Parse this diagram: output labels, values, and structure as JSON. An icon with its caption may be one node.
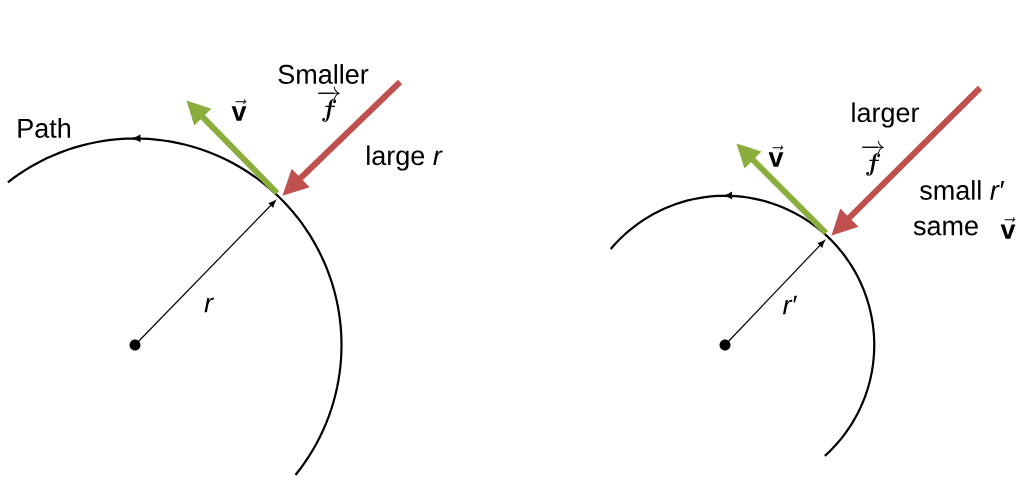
{
  "diagram": {
    "labels": [
      "Smaller",
      "\\overrightarrow{\\boldsymbol{f}}",
      "larger",
      "\\overrightarrow{\\boldsymbol{f}}",
      "Path",
      "\\vec{\\mathbf{v}}",
      "\\vec{\\mathbf{v}}",
      "large *r*",
      "small *r*′",
      "same",
      "\\vec{\\mathbf{v}}",
      "*r*",
      "*r*′"
    ]
  }
}
